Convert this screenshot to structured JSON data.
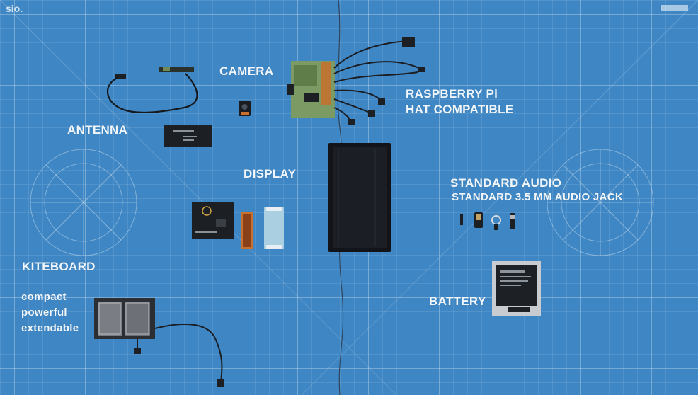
{
  "labels": {
    "antenna": "ANTENNA",
    "camera": "CAMERA",
    "raspberry_line1": "RASPBERRY Pi",
    "raspberry_line2": "HAT COMPATIBLE",
    "display": "DISPLAY",
    "audio_title": "STANDARD AUDIO",
    "audio_subtitle": "STANDARD 3.5 MM AUDIO JACK",
    "kiteboard": "KITEBOARD",
    "kiteboard_feature_1": "compact",
    "kiteboard_feature_2": "powerful",
    "kiteboard_feature_3": "extendable",
    "battery": "BATTERY"
  },
  "mat": {
    "corner_text": "sio.",
    "background": "#3f87c4",
    "grid_line": "#ffffff",
    "component_dark": "#1c1f24",
    "pcb_green": "#7c9a63",
    "flex_orange": "#c8702c"
  }
}
